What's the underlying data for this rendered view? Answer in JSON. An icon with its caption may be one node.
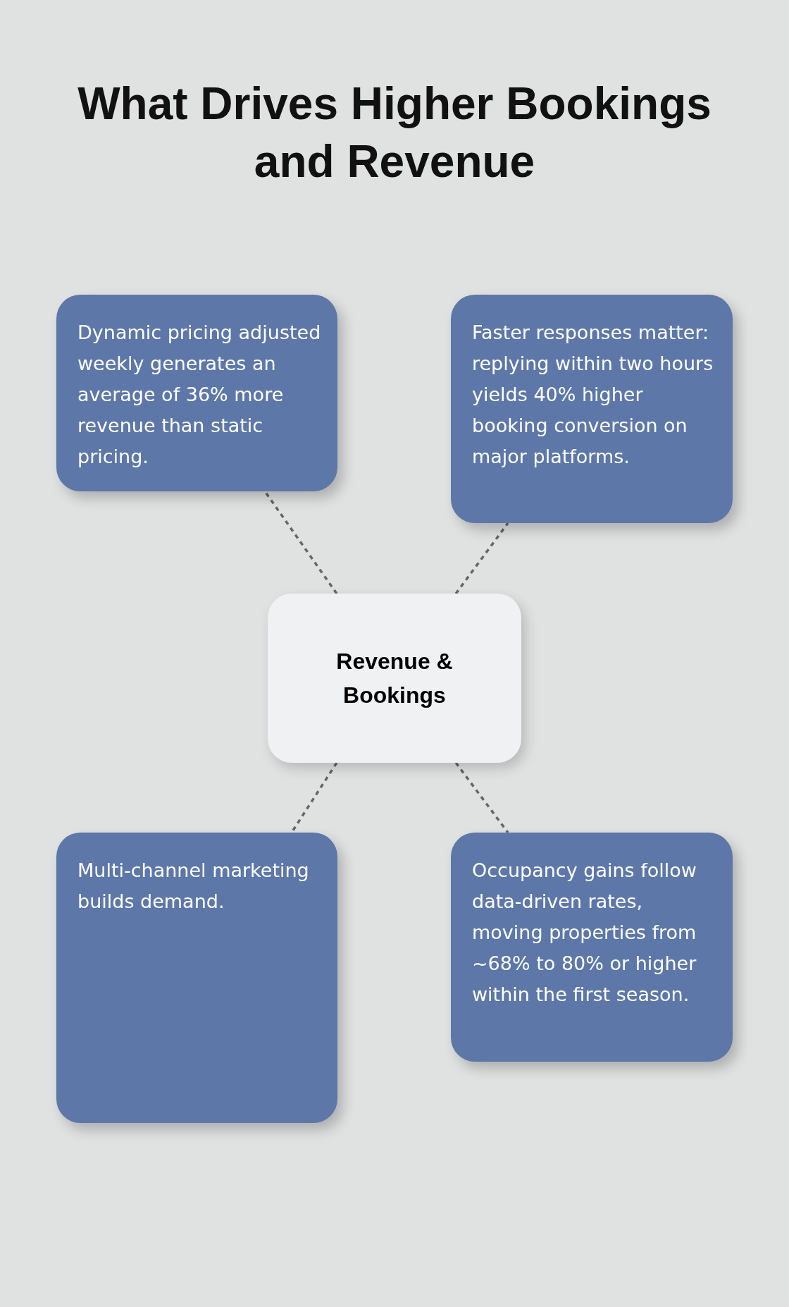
{
  "diagram": {
    "title": "What Drives Higher Bookings and Revenue",
    "nodes": [
      {
        "text": [
          "Dynamic pricing adjusted weekly generates an average of 36% more revenue than static pricing."
        ]
      },
      {
        "text": [
          "Faster responses matter: replying within two hours yields 40% higher booking conversion on major platforms."
        ]
      },
      {
        "text": [
          "Revenue & Bookings"
        ]
      },
      {
        "text": [
          "Multi-channel marketing builds demand."
        ]
      },
      {
        "text": [
          "Occupancy gains follow data-driven rates, moving properties from ~68% to 80% or higher within the first season."
        ]
      }
    ],
    "edges": [
      {
        "from": 2,
        "to": 0,
        "arrow": "none",
        "style": "dashed"
      },
      {
        "from": 2,
        "to": 1,
        "arrow": "none",
        "style": "dashed"
      },
      {
        "from": 2,
        "to": 3,
        "arrow": "none",
        "style": "dashed"
      },
      {
        "from": 2,
        "to": 4,
        "arrow": "none",
        "style": "dashed"
      }
    ]
  }
}
